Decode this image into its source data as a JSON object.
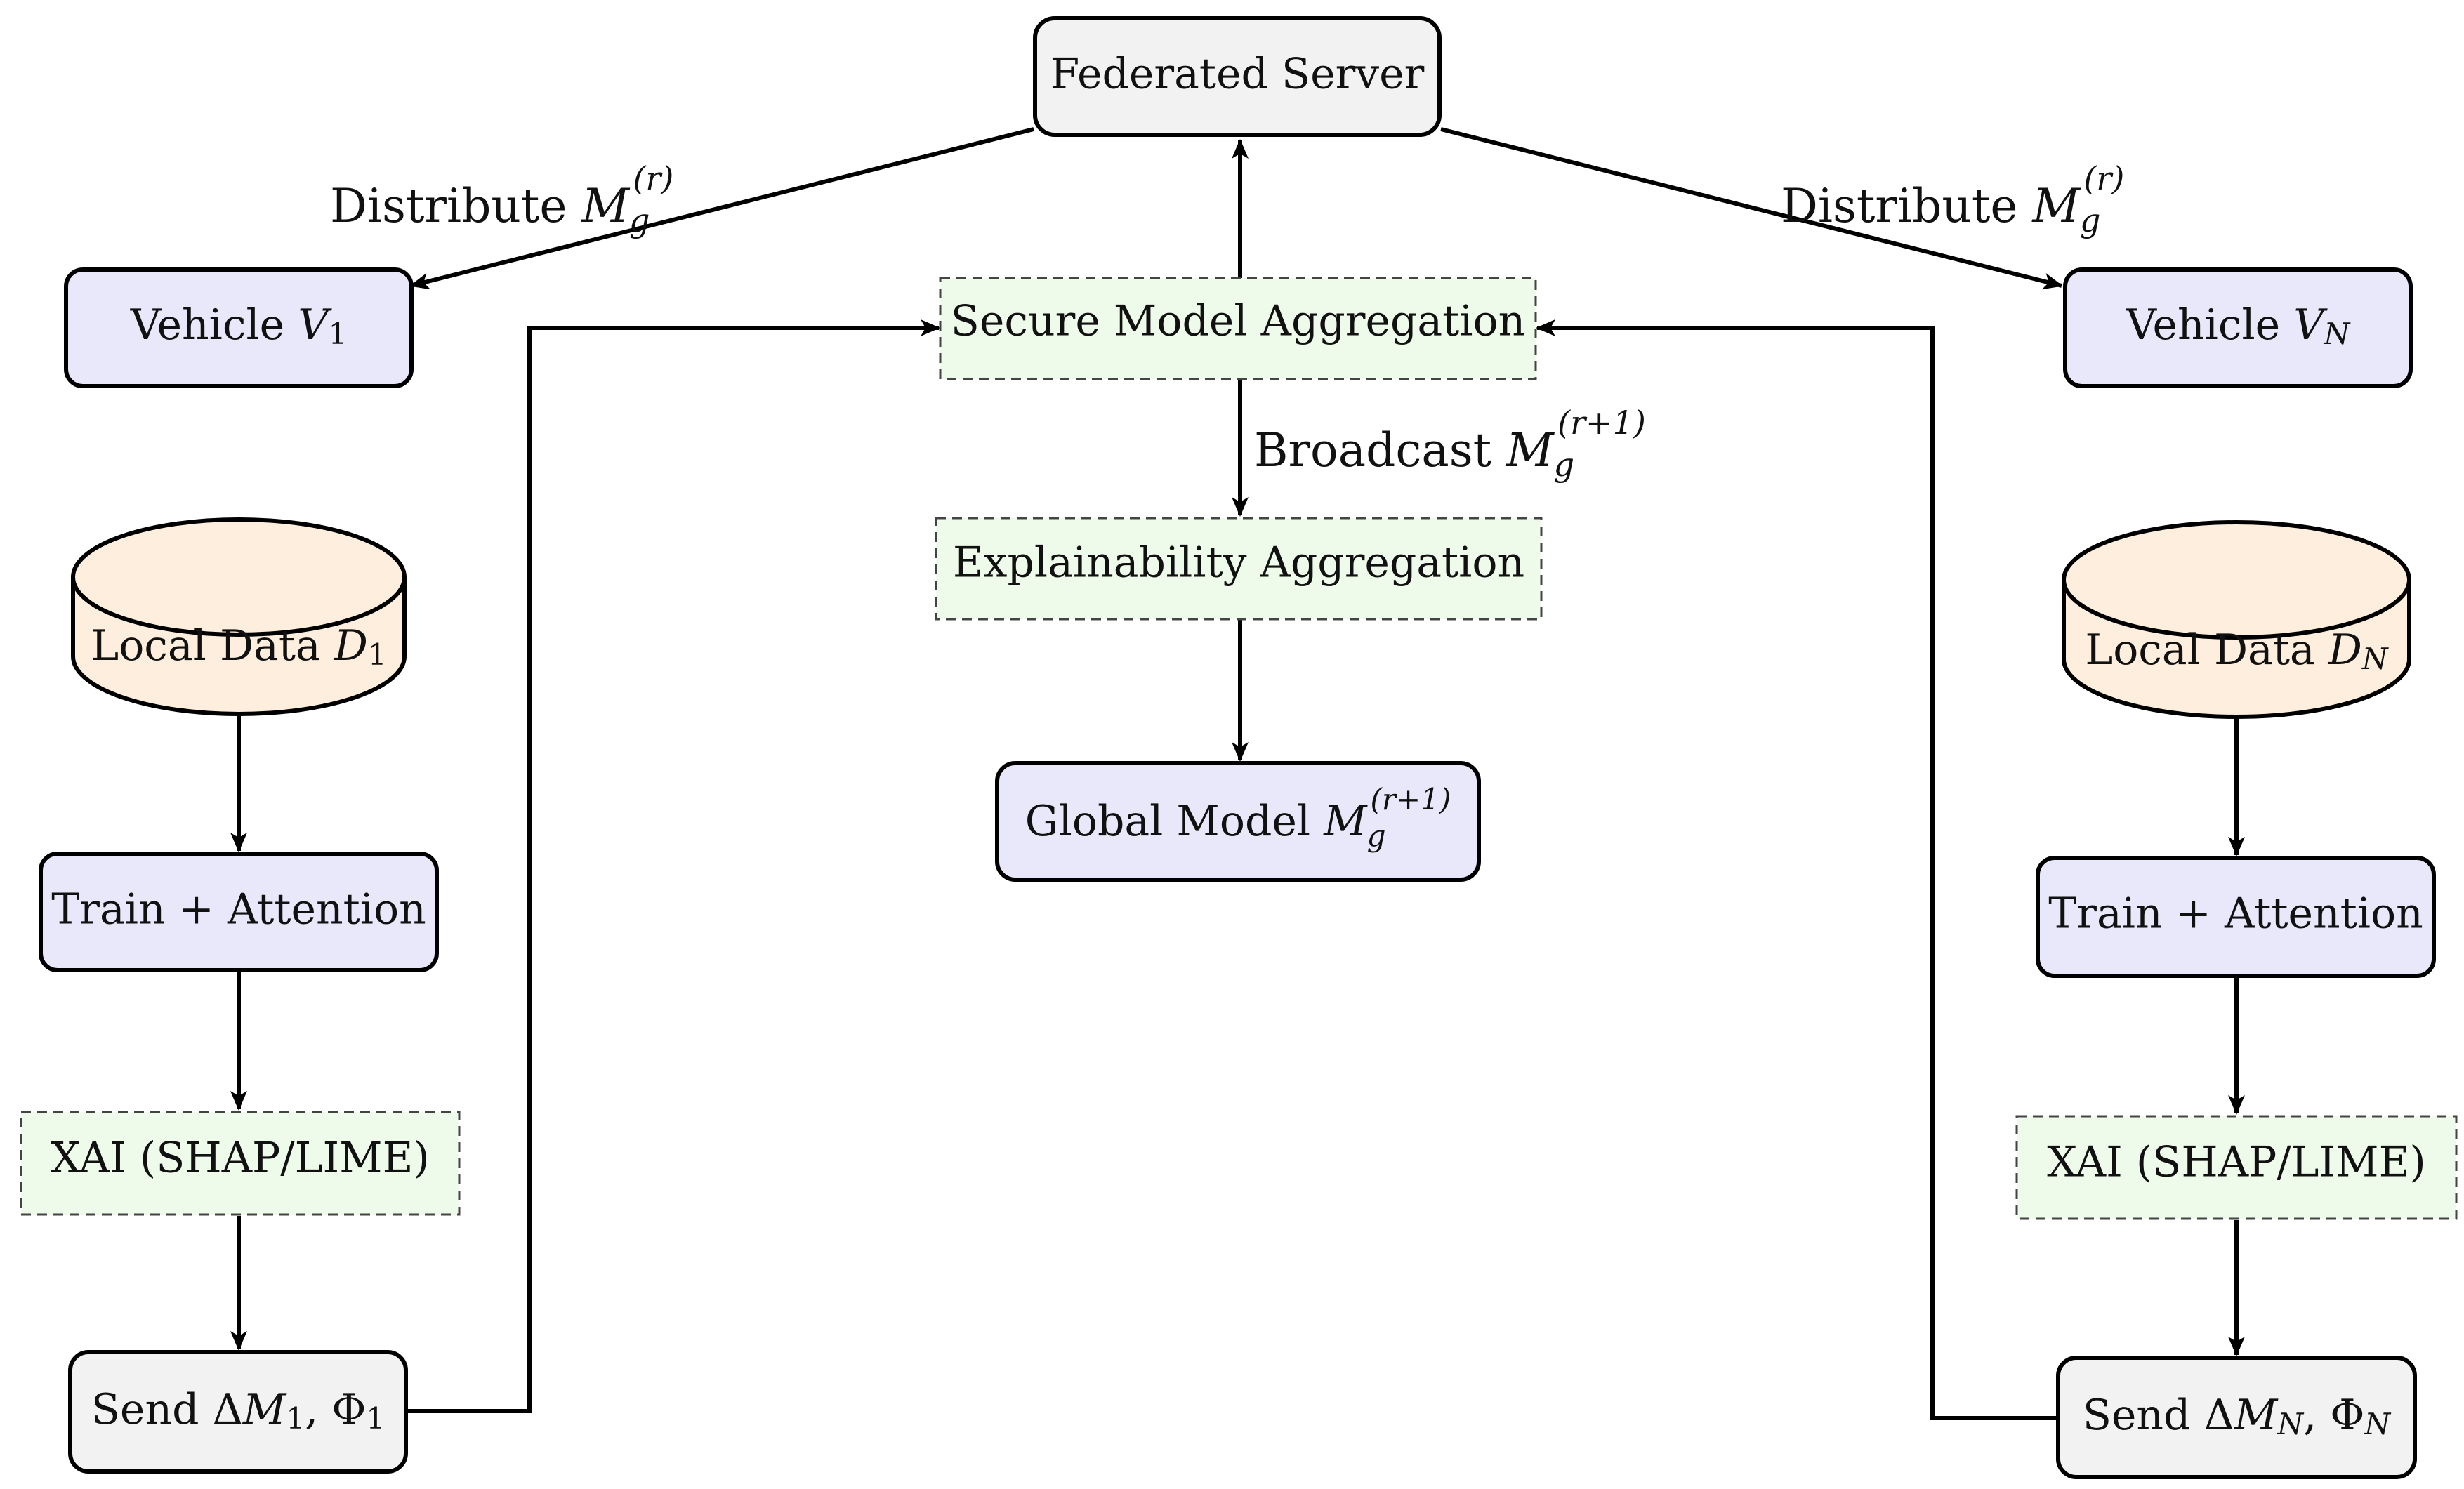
{
  "colors": {
    "server_fill": "#f2f2f2",
    "model_fill": "#e8e8fa",
    "data_fill": "#fdeedd",
    "xai_fill": "#eefaea",
    "line": "#000000"
  },
  "nodes": {
    "server": {
      "label": "Federated Server"
    },
    "vehicle_1": {
      "label": "Vehicle",
      "var": "V",
      "sub": "1"
    },
    "vehicle_n": {
      "label": "Vehicle",
      "var": "V",
      "sub": "N"
    },
    "secure_agg": {
      "label": "Secure Model Aggregation"
    },
    "explain_agg": {
      "label": "Explainability Aggregation"
    },
    "global_model": {
      "label": "Global Model",
      "var": "M",
      "sub": "g",
      "sup": "(r+1)"
    },
    "data_1": {
      "label": "Local Data",
      "var": "D",
      "sub": "1"
    },
    "data_n": {
      "label": "Local Data",
      "var": "D",
      "sub": "N"
    },
    "train_1": {
      "label": "Train + Attention"
    },
    "train_n": {
      "label": "Train + Attention"
    },
    "xai_1": {
      "label": "XAI (SHAP/LIME)"
    },
    "xai_n": {
      "label": "XAI (SHAP/LIME)"
    },
    "send_1": {
      "prefix": "Send Δ",
      "var1": "M",
      "sub1": "1",
      "sep": ", Φ",
      "sub2": "1"
    },
    "send_n": {
      "prefix": "Send Δ",
      "var1": "M",
      "sub1": "N",
      "sep": ", Φ",
      "sub2": "N"
    }
  },
  "edge_labels": {
    "distribute_left": {
      "text": "Distribute",
      "var": "M",
      "sub": "g",
      "sup": "(r)"
    },
    "distribute_right": {
      "text": "Distribute",
      "var": "M",
      "sub": "g",
      "sup": "(r)"
    },
    "broadcast": {
      "text": "Broadcast",
      "var": "M",
      "sub": "g",
      "sup": "(r+1)"
    }
  }
}
